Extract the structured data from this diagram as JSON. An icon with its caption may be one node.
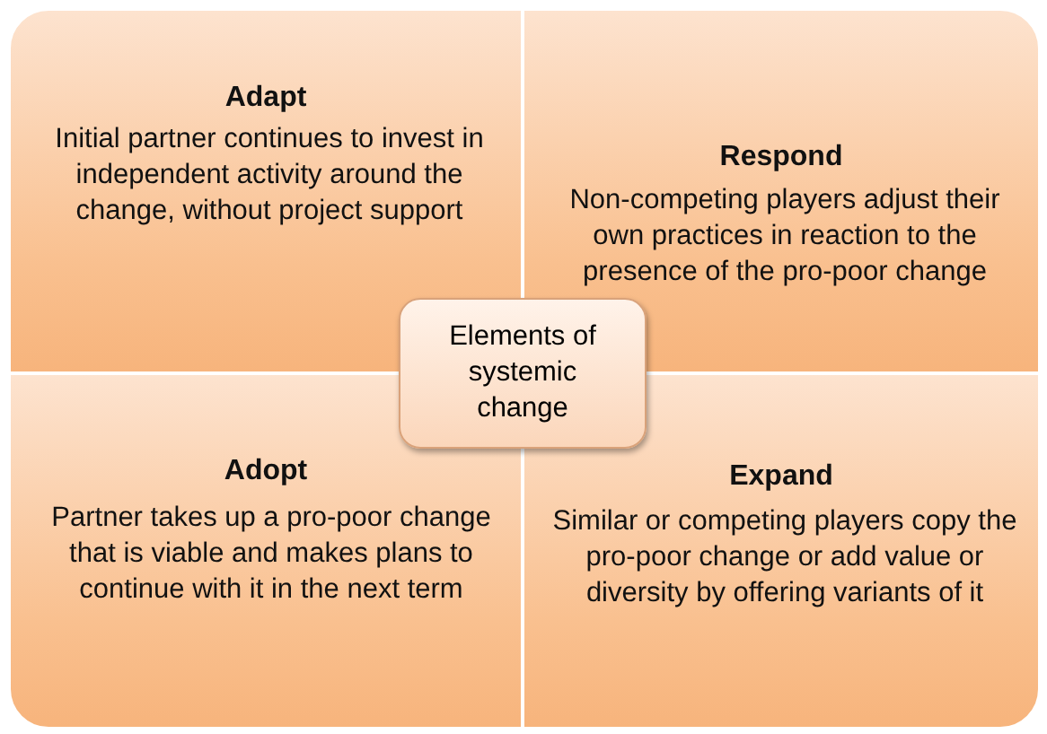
{
  "diagram": {
    "nodes": [
      {
        "text": [
          "Adapt",
          "Initial partner continues to invest in independent activity around the change, without project support"
        ]
      },
      {
        "text": [
          "Respond",
          "Non-competing players adjust their own practices in reaction to the presence of the pro-poor change"
        ]
      },
      {
        "text": [
          "Adopt",
          "Partner takes up a pro-poor change that is viable and makes plans to continue with it in the next term"
        ]
      },
      {
        "text": [
          "Expand",
          "Similar or competing players copy the pro-poor change or add value or diversity by offering variants of it"
        ]
      },
      {
        "text": [
          "Elements of systemic change"
        ]
      }
    ],
    "edges": []
  }
}
